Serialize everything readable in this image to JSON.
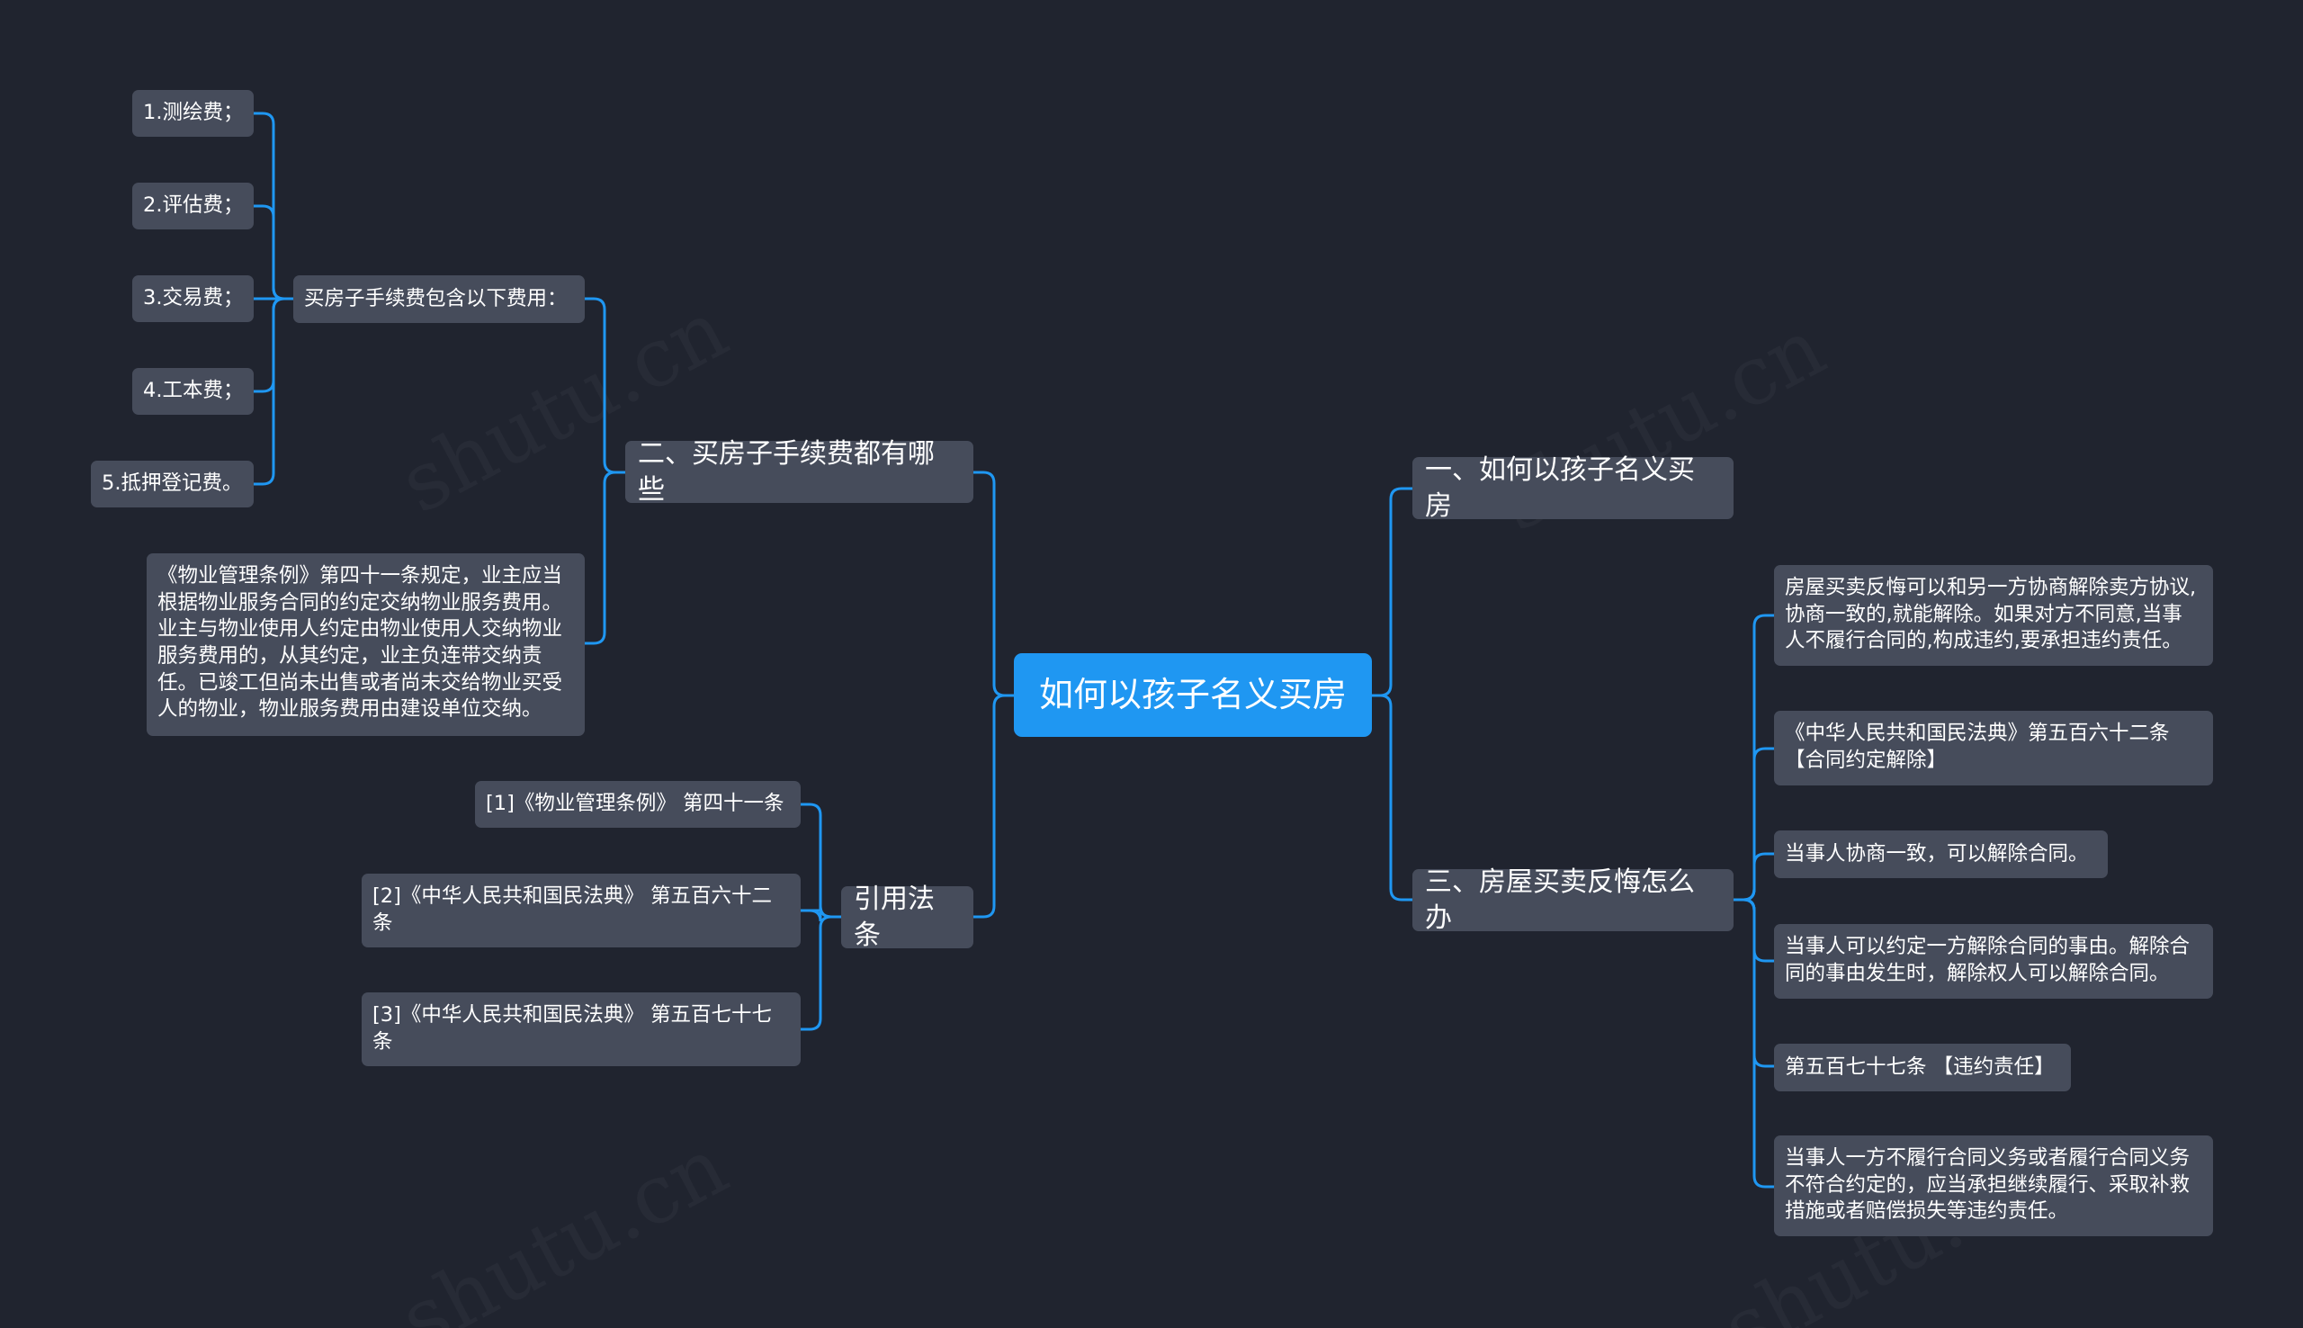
{
  "colors": {
    "background": "#20242f",
    "node": "#464c5b",
    "root": "#1f97f2",
    "link": "#1f97f2",
    "text": "#ffffff"
  },
  "root": "如何以孩子名义买房",
  "branches": {
    "b1": {
      "title": "一、如何以孩子名义买房"
    },
    "b2": {
      "title": "二、买房子手续费都有哪些",
      "fee_group": {
        "title": "买房子手续费包含以下费用：",
        "items": [
          "1.测绘费；",
          "2.评估费；",
          "3.交易费；",
          "4.工本费；",
          "5.抵押登记费。"
        ]
      },
      "regulation": "《物业管理条例》第四十一条规定，业主应当根据物业服务合同的约定交纳物业服务费用。业主与物业使用人约定由物业使用人交纳物业服务费用的，从其约定，业主负连带交纳责任。已竣工但尚未出售或者尚未交给物业买受人的物业，物业服务费用由建设单位交纳。"
    },
    "b3": {
      "title": "三、房屋买卖反悔怎么办",
      "items": [
        "房屋买卖反悔可以和另一方协商解除卖方协议,协商一致的,就能解除。如果对方不同意,当事人不履行合同的,构成违约,要承担违约责任。",
        "《中华人民共和国民法典》第五百六十二条【合同约定解除】",
        "当事人协商一致，可以解除合同。",
        "当事人可以约定一方解除合同的事由。解除合同的事由发生时，解除权人可以解除合同。",
        "第五百七十七条 【违约责任】",
        "当事人一方不履行合同义务或者履行合同义务不符合约定的，应当承担继续履行、采取补救措施或者赔偿损失等违约责任。"
      ]
    },
    "b4": {
      "title": "引用法条",
      "items": [
        "[1]《物业管理条例》 第四十一条",
        "[2]《中华人民共和国民法典》 第五百六十二条",
        "[3]《中华人民共和国民法典》 第五百七十七条"
      ]
    }
  }
}
